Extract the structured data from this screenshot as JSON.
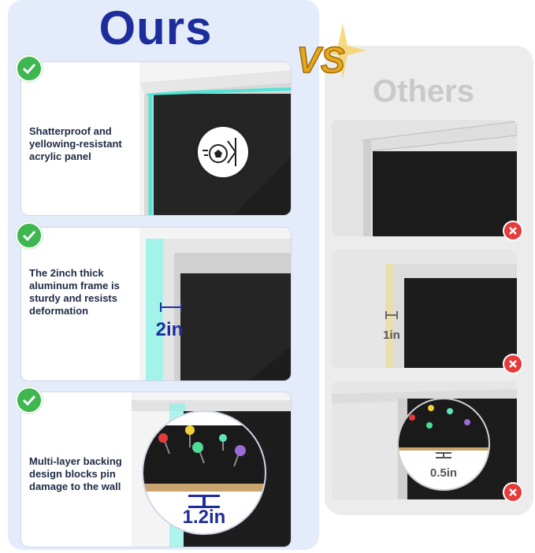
{
  "header": {
    "ours_title": "Ours",
    "vs_label": "VS",
    "others_title": "Others"
  },
  "ours": [
    {
      "text": "Shatterproof and yellowing-resistant acrylic panel",
      "dimension": ""
    },
    {
      "text": "The 2inch thick aluminum frame is sturdy and resists deformation",
      "dimension": "2in"
    },
    {
      "text": "Multi-layer backing design blocks pin damage to the wall",
      "dimension": "1.2in"
    }
  ],
  "others": [
    {
      "dimension": ""
    },
    {
      "dimension": "1in"
    },
    {
      "dimension": "0.5in"
    }
  ],
  "colors": {
    "brand_blue": "#1e2d9c",
    "check_green": "#3fb650",
    "cross_red": "#e53b3b",
    "glow_cyan": "#4fe6d6",
    "gold": "#e8a81c"
  },
  "icons": {
    "check": "check-icon",
    "cross": "cross-icon",
    "ball": "soccer-ball-icon"
  }
}
